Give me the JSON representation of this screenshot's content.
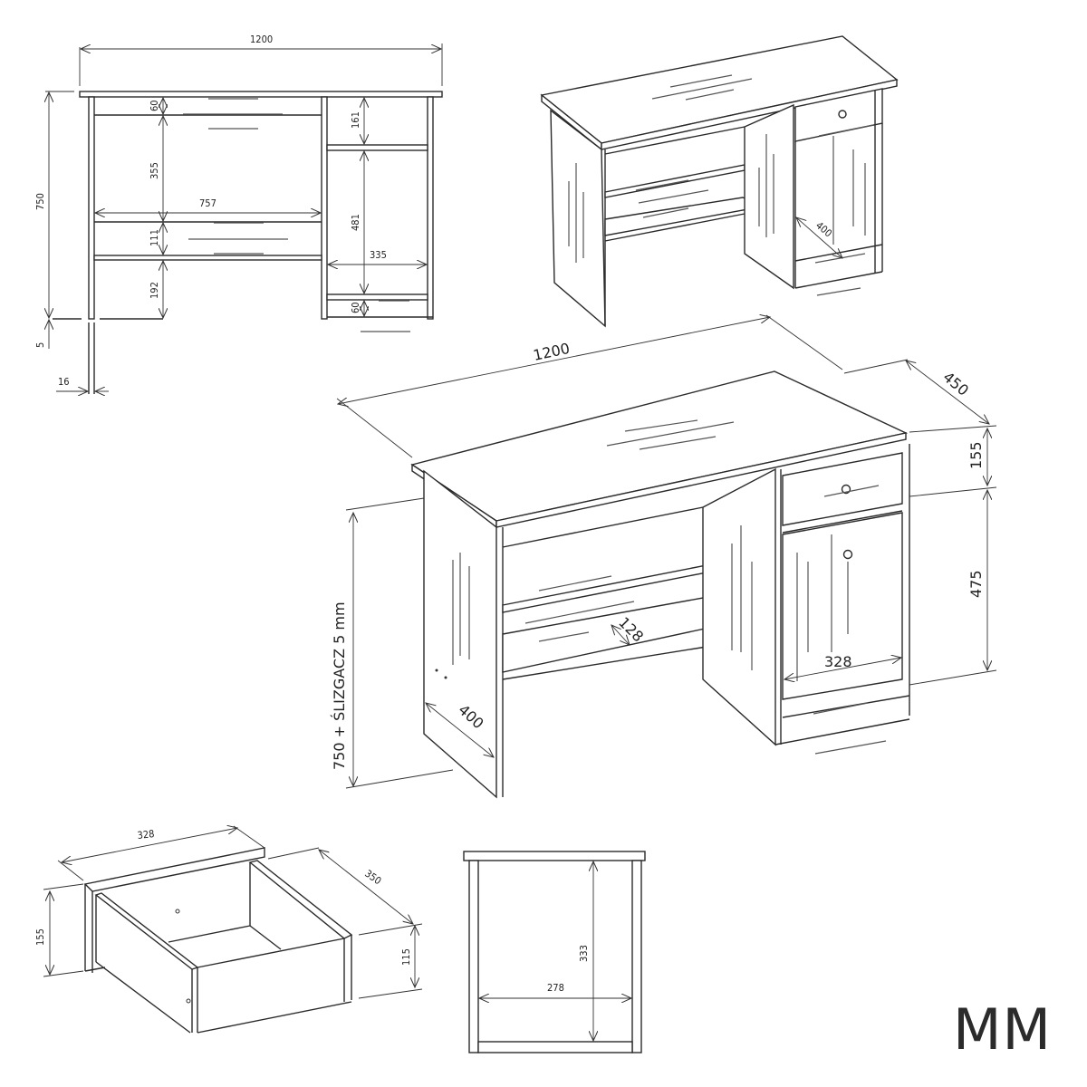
{
  "brand": {
    "logo_text": "MM"
  },
  "front_view": {
    "width": "1200",
    "height": "750",
    "glide": "5",
    "panel_thickness": "16",
    "left_top_gap": "60",
    "left_upper_opening": "355",
    "left_inner_width": "757",
    "left_shelf_gap": "111",
    "left_bottom_gap": "192",
    "right_drawer_height": "161",
    "right_cabinet_opening": "481",
    "right_inner_width": "335",
    "right_plinth": "60"
  },
  "iso_small": {
    "cabinet_depth": "400"
  },
  "iso_main": {
    "width": "1200",
    "depth": "450",
    "drawer_height": "155",
    "door_height": "475",
    "total_height": "750 + ŚLIZGACZ 5 mm",
    "side_depth": "400",
    "shelf_depth": "128",
    "door_width": "328"
  },
  "drawer_view": {
    "front_width": "328",
    "depth": "350",
    "front_height": "155",
    "box_height": "115"
  },
  "cabinet_section": {
    "inner_height": "333",
    "inner_width": "278"
  }
}
